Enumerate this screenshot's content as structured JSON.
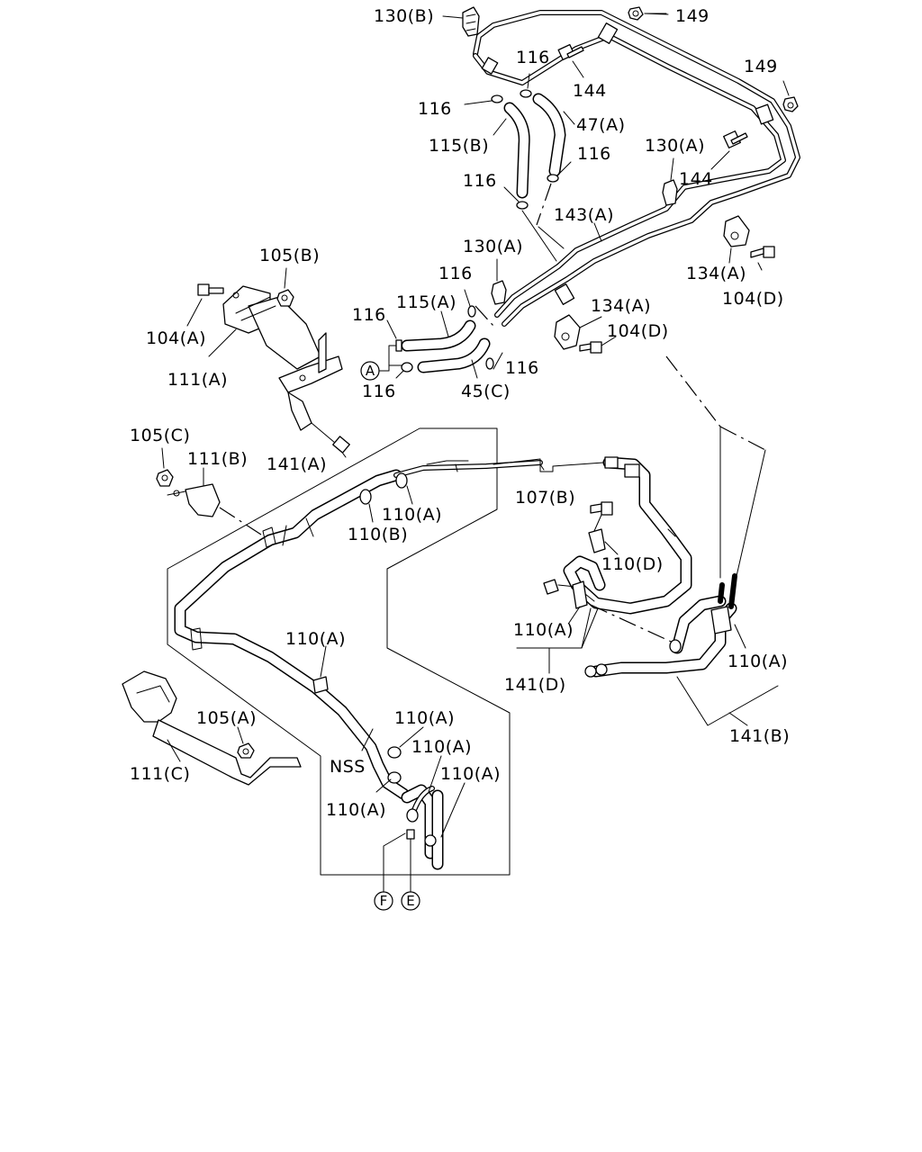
{
  "labels": {
    "l130b": "130(B)",
    "l149a": "149",
    "l116a": "116",
    "l144a": "144",
    "l149b": "149",
    "l116b": "116",
    "l47a": "47(A)",
    "l115b": "115(B)",
    "l116c": "116",
    "l130a1": "130(A)",
    "l144b": "144",
    "l116d": "116",
    "l143a": "143(A)",
    "l105b": "105(B)",
    "l130a2": "130(A)",
    "l134a1": "134(A)",
    "l104d1": "104(D)",
    "l116e": "116",
    "l104a": "104(A)",
    "l116f": "116",
    "l115a": "115(A)",
    "l134a2": "134(A)",
    "l104d2": "104(D)",
    "l111a": "111(A)",
    "l116g": "116",
    "l116h": "116",
    "l45c": "45(C)",
    "l105c": "105(C)",
    "l111b": "111(B)",
    "l141a": "141(A)",
    "l110a1": "110(A)",
    "l110b": "110(B)",
    "l107b": "107(B)",
    "l110d": "110(D)",
    "l110a2": "110(A)",
    "l110a3": "110(A)",
    "l141d": "141(D)",
    "l110a4": "110(A)",
    "l141b": "141(B)",
    "l105a": "105(A)",
    "l110a5": "110(A)",
    "l110a6": "110(A)",
    "l111c": "111(C)",
    "lnss": "NSS",
    "l110a7": "110(A)",
    "l110a8": "110(A)"
  },
  "callouts": {
    "a": "A",
    "f": "F",
    "e": "E"
  }
}
